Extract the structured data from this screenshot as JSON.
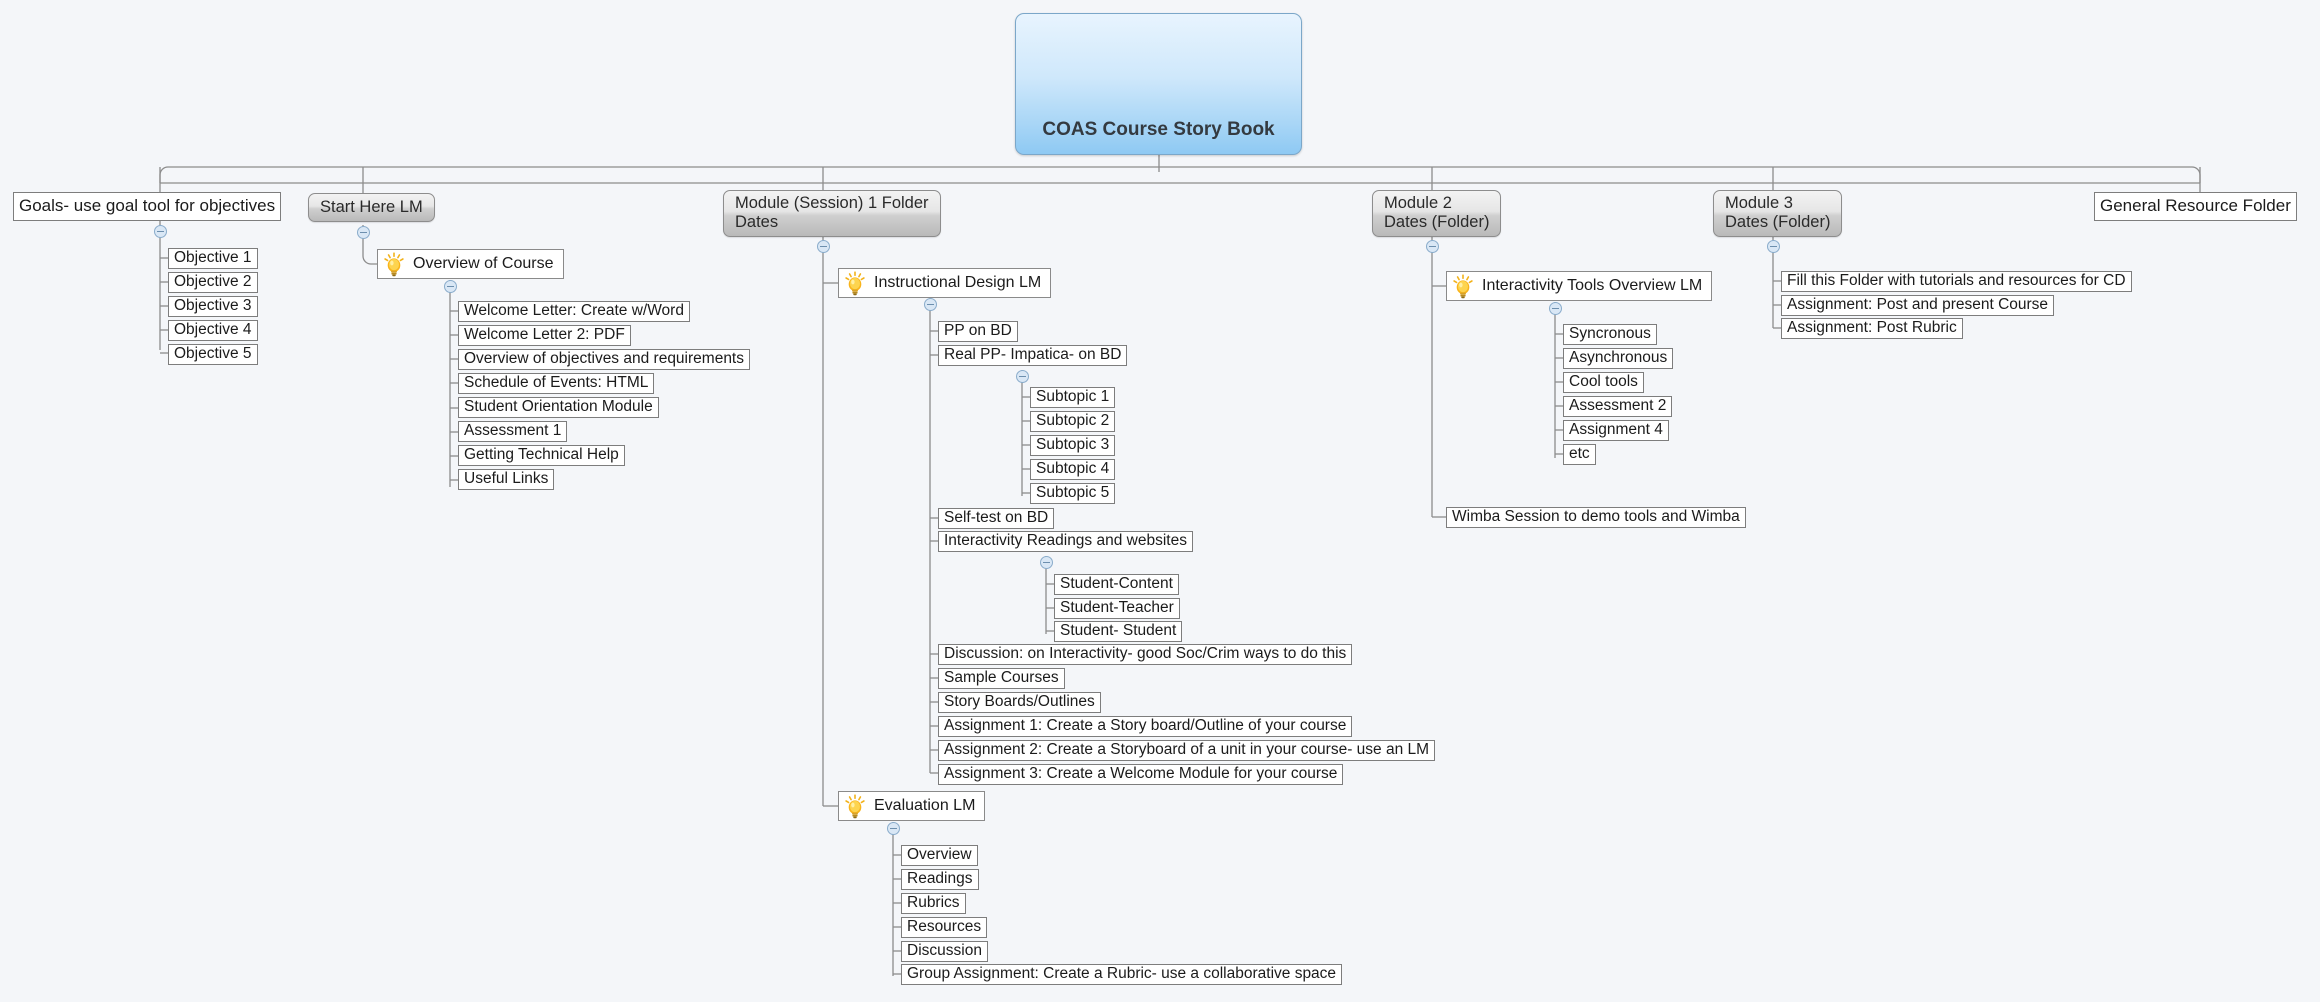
{
  "app": {
    "background_color": "#f4f6f9",
    "root_accent_color": "#8ec9f3",
    "folder_accent_color": "#cfcfcf",
    "line_color": "#8c8c8c",
    "toggle_color": "#d9e7f5",
    "icon_name": "lightbulb-icon"
  },
  "root": {
    "label": "COAS Course Story Book"
  },
  "branches": {
    "goals": {
      "label": "Goals- use goal tool for objectives",
      "children": [
        {
          "label": "Objective 1"
        },
        {
          "label": "Objective 2"
        },
        {
          "label": "Objective 3"
        },
        {
          "label": "Objective 4"
        },
        {
          "label": "Objective 5"
        }
      ]
    },
    "start_here": {
      "label": "Start Here LM",
      "overview": {
        "label": "Overview of Course",
        "children": [
          {
            "label": "Welcome Letter: Create w/Word"
          },
          {
            "label": "Welcome Letter 2: PDF"
          },
          {
            "label": "Overview of objectives and requirements"
          },
          {
            "label": "Schedule of Events: HTML"
          },
          {
            "label": "Student Orientation Module"
          },
          {
            "label": "Assessment 1"
          },
          {
            "label": "Getting Technical Help"
          },
          {
            "label": "Useful Links"
          }
        ]
      }
    },
    "module1": {
      "line1": "Module (Session) 1 Folder",
      "line2": "Dates",
      "instructional_design": {
        "label": "Instructional Design LM",
        "children": [
          {
            "label": "PP on BD"
          },
          {
            "label": "Real PP- Impatica- on BD"
          },
          {
            "label": "Self-test on BD"
          },
          {
            "label": "Interactivity Readings and websites"
          },
          {
            "label": "Discussion: on Interactivity- good Soc/Crim ways to do this"
          },
          {
            "label": "Sample Courses"
          },
          {
            "label": "Story Boards/Outlines"
          },
          {
            "label": "Assignment 1: Create a Story board/Outline of your course"
          },
          {
            "label": "Assignment 2: Create a Storyboard of a unit in your course- use an LM"
          },
          {
            "label": "Assignment 3: Create a Welcome Module for your course"
          }
        ],
        "subtopics": [
          {
            "label": "Subtopic 1"
          },
          {
            "label": "Subtopic 2"
          },
          {
            "label": "Subtopic 3"
          },
          {
            "label": "Subtopic 4"
          },
          {
            "label": "Subtopic 5"
          }
        ],
        "interactivity_types": [
          {
            "label": "Student-Content"
          },
          {
            "label": "Student-Teacher"
          },
          {
            "label": "Student- Student"
          }
        ]
      },
      "evaluation": {
        "label": "Evaluation LM",
        "children": [
          {
            "label": "Overview"
          },
          {
            "label": "Readings"
          },
          {
            "label": "Rubrics"
          },
          {
            "label": "Resources"
          },
          {
            "label": "Discussion"
          },
          {
            "label": "Group Assignment: Create a Rubric- use a collaborative space"
          }
        ]
      }
    },
    "module2": {
      "line1": "Module 2",
      "line2": "Dates (Folder)",
      "interactivity_tools": {
        "label": "Interactivity Tools Overview LM",
        "children": [
          {
            "label": "Syncronous"
          },
          {
            "label": "Asynchronous"
          },
          {
            "label": "Cool tools"
          },
          {
            "label": "Assessment 2"
          },
          {
            "label": "Assignment 4"
          },
          {
            "label": "etc"
          }
        ]
      },
      "wimba": {
        "label": "Wimba Session to demo tools and Wimba"
      }
    },
    "module3": {
      "line1": "Module 3",
      "line2": "Dates (Folder)",
      "children": [
        {
          "label": "Fill this Folder with tutorials and resources for CD"
        },
        {
          "label": "Assignment: Post and present Course"
        },
        {
          "label": "Assignment: Post Rubric"
        }
      ]
    },
    "general_resource": {
      "label": "General Resource Folder"
    }
  }
}
